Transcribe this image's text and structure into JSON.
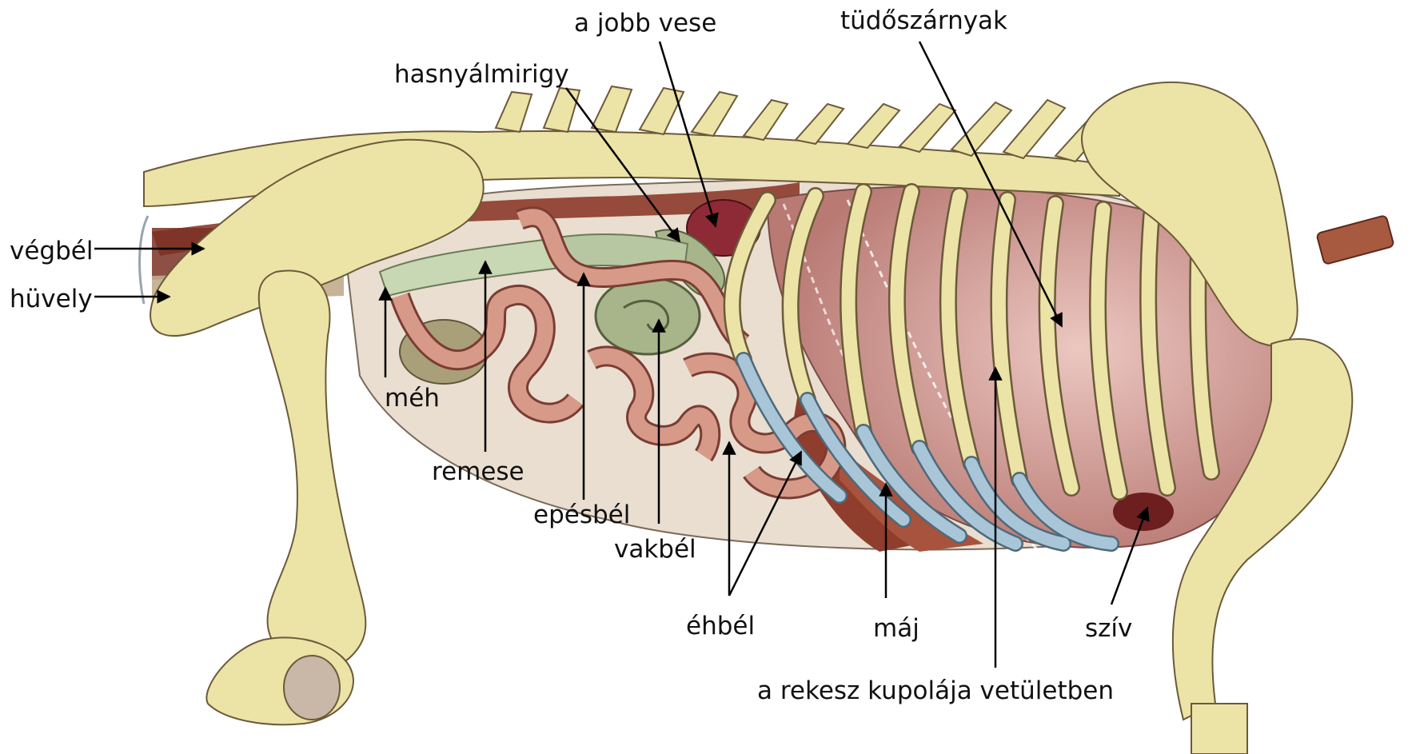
{
  "labels": {
    "vegbel": "végbél",
    "huvely": "hüvely",
    "meh": "méh",
    "remese": "remese",
    "epesbel": "epésbél",
    "vakbel": "vakbél",
    "ehbel": "éhbél",
    "maj": "máj",
    "rekesz": "a rekesz kupolája vetületben",
    "sziv": "szív",
    "tudo": "tüdőszárnyak",
    "vese": "a jobb vese",
    "hasnyal": "hasnyálmirigy"
  },
  "colors": {
    "bone": "#ece3a6",
    "bone_shade": "#d6c88a",
    "bone_stroke": "#6b5a3a",
    "lung": "#c98f8a",
    "lung_light": "#e3b5ae",
    "liver": "#a8533d",
    "muscle": "#8c3a2a",
    "kidney": "#8e2a36",
    "intestine": "#d79a88",
    "intestine_stroke": "#7a3d33",
    "cecum": "#a8b48a",
    "cartilage": "#a9c6d8",
    "arrow": "#000000"
  }
}
